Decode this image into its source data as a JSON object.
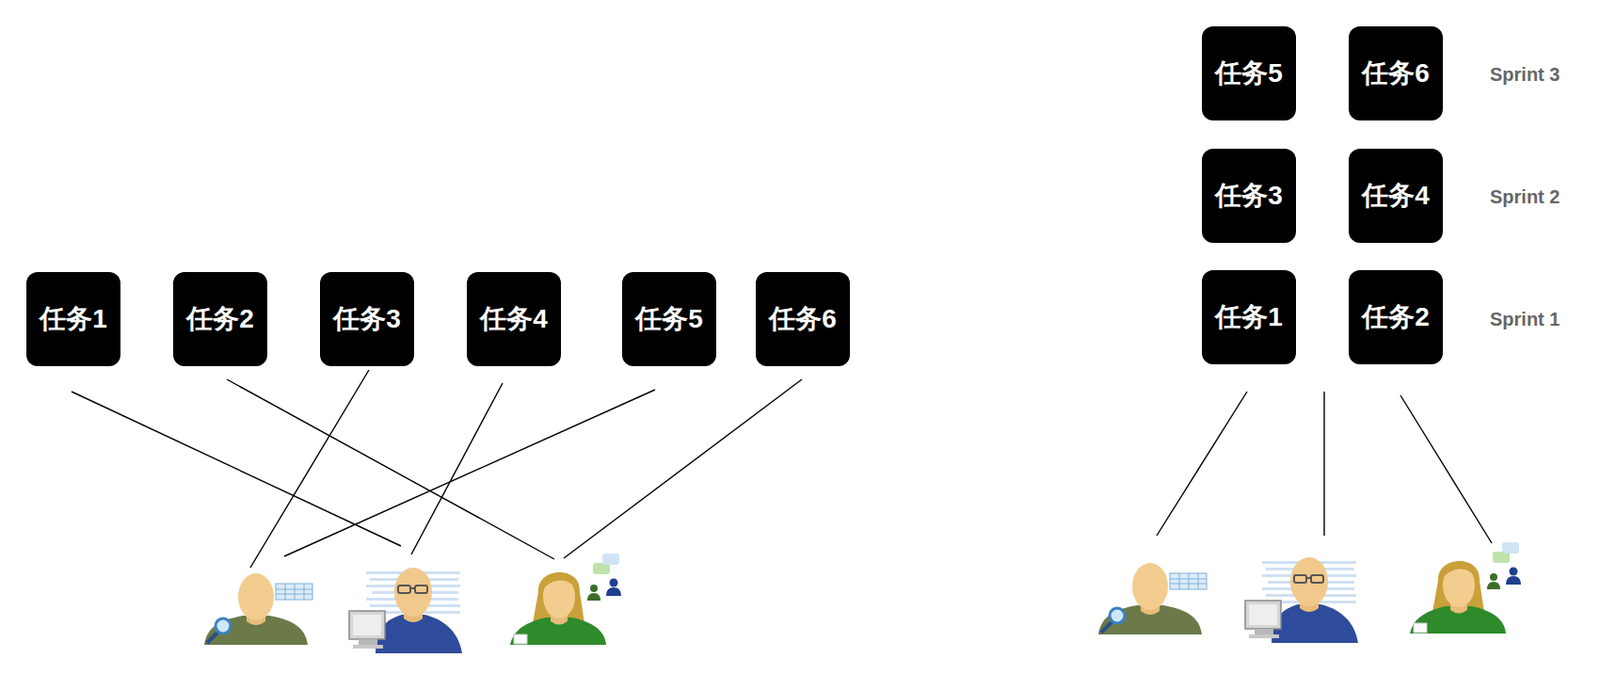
{
  "diagram": {
    "nodes": [
      {
        "text": [
          "任务1"
        ]
      },
      {
        "text": [
          "任务2"
        ]
      },
      {
        "text": [
          "任务3"
        ]
      },
      {
        "text": [
          "任务4"
        ]
      },
      {
        "text": [
          "任务5"
        ]
      },
      {
        "text": [
          "任务6"
        ]
      },
      {
        "text": [
          "任务5"
        ]
      },
      {
        "text": [
          "任务6"
        ]
      },
      {
        "text": [
          "任务3"
        ]
      },
      {
        "text": [
          "任务4"
        ]
      },
      {
        "text": [
          "任务1"
        ]
      },
      {
        "text": [
          "任务2"
        ]
      }
    ],
    "labels": [
      "Sprint 3",
      "Sprint 2",
      "Sprint 1"
    ]
  }
}
